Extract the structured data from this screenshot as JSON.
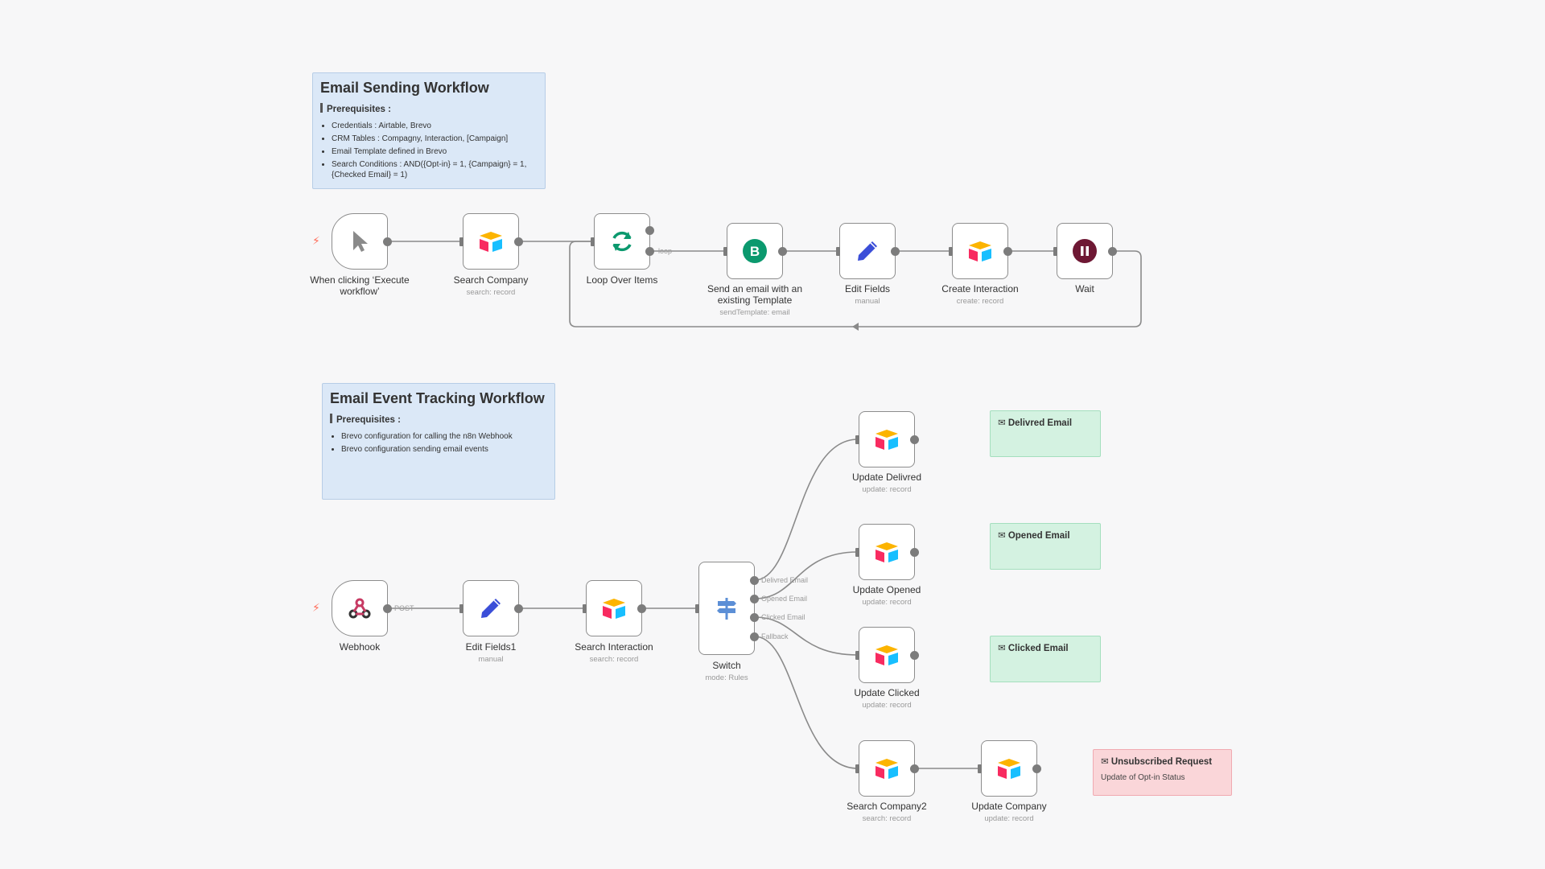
{
  "workflow1": {
    "title": "Email Sending Workflow",
    "prereq_label": "Prerequisites :",
    "items": [
      "Credentials : Airtable, Brevo",
      "CRM Tables : Compagny, Interaction, [Campaign]",
      "Email Template defined in Brevo",
      "Search Conditions : AND({Opt-in} = 1, {Campaign} = 1, {Checked Email} = 1)"
    ]
  },
  "workflow2": {
    "title": "Email Event Tracking Workflow",
    "prereq_label": "Prerequisites :",
    "items": [
      "Brevo configuration for calling the n8n Webhook",
      "Brevo configuration sending email events"
    ]
  },
  "nodes": {
    "trigger": {
      "title": "When clicking ‘Execute workflow’"
    },
    "search_company": {
      "title": "Search Company",
      "subtitle": "search: record"
    },
    "loop": {
      "title": "Loop Over Items"
    },
    "send_email": {
      "title": "Send an email with an existing Template",
      "subtitle": "sendTemplate: email"
    },
    "edit_fields": {
      "title": "Edit Fields",
      "subtitle": "manual"
    },
    "create_interaction": {
      "title": "Create Interaction",
      "subtitle": "create: record"
    },
    "wait": {
      "title": "Wait"
    },
    "webhook": {
      "title": "Webhook"
    },
    "edit_fields1": {
      "title": "Edit Fields1",
      "subtitle": "manual"
    },
    "search_interaction": {
      "title": "Search Interaction",
      "subtitle": "search: record"
    },
    "switch": {
      "title": "Switch",
      "subtitle": "mode: Rules"
    },
    "update_delivred": {
      "title": "Update Delivred",
      "subtitle": "update: record"
    },
    "update_opened": {
      "title": "Update Opened",
      "subtitle": "update: record"
    },
    "update_clicked": {
      "title": "Update Clicked",
      "subtitle": "update: record"
    },
    "search_company2": {
      "title": "Search Company2",
      "subtitle": "search: record"
    },
    "update_company": {
      "title": "Update Company",
      "subtitle": "update: record"
    }
  },
  "edge_labels": {
    "loop": "loop",
    "post": "POST",
    "delivred": "Delivred Email",
    "opened": "Opened Email",
    "clicked": "Clicked Email",
    "fallback": "Fallback"
  },
  "notes": {
    "delivred": {
      "title": "✉ Delivred Email"
    },
    "opened": {
      "title": "✉ Opened Email"
    },
    "clicked": {
      "title": "✉ Clicked Email"
    },
    "unsubscribed": {
      "title": "✉ Unsubscribed Request",
      "text": "Update of Opt-in Status"
    }
  },
  "colors": {
    "brevo": "#0b996e",
    "wait": "#6e1834",
    "edit": "#3b4ed8",
    "airtable_yellow": "#fcb400",
    "airtable_red": "#f82b60",
    "airtable_blue": "#18bfff",
    "webhook": "#c73a63",
    "switch": "#5c8fd6"
  }
}
